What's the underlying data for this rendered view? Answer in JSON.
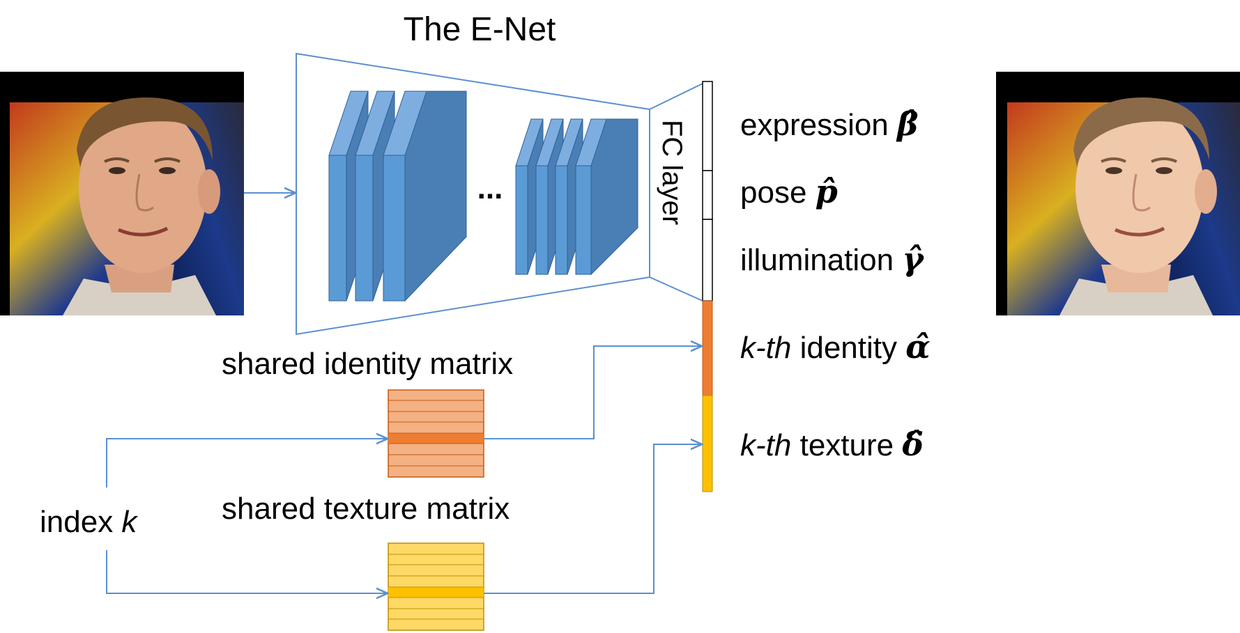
{
  "title": "The E-Net",
  "fc_layer_label": "FC layer",
  "ellipsis": "...",
  "outputs": {
    "expression": {
      "word": "expression",
      "symbol": "β̂"
    },
    "pose": {
      "word": "pose",
      "symbol": "p̂"
    },
    "illumination": {
      "word": "illumination",
      "symbol": "γ̂"
    },
    "identity": {
      "prefix": "k-th",
      "word": "identity",
      "symbol": "α̂"
    },
    "texture": {
      "prefix": "k-th",
      "word": "texture",
      "symbol": "δ̂"
    }
  },
  "identity_matrix_label": "shared identity matrix",
  "texture_matrix_label": "shared texture matrix",
  "index_label": {
    "word": "index",
    "var": "k"
  },
  "colors": {
    "line_blue": "#5b8fd0",
    "block_front": "#5b9bd5",
    "block_side": "#4a7fb5",
    "identity_fill": "#f4b183",
    "identity_row": "#ed7d31",
    "identity_stroke": "#c55a11",
    "texture_fill": "#ffd966",
    "texture_row": "#ffc000",
    "texture_stroke": "#bf9000",
    "skin": "#e8b89a",
    "skin_render": "#f0c8aa"
  },
  "images": {
    "input_face": "input-face-photo",
    "output_face": "rendered-face-photo"
  }
}
